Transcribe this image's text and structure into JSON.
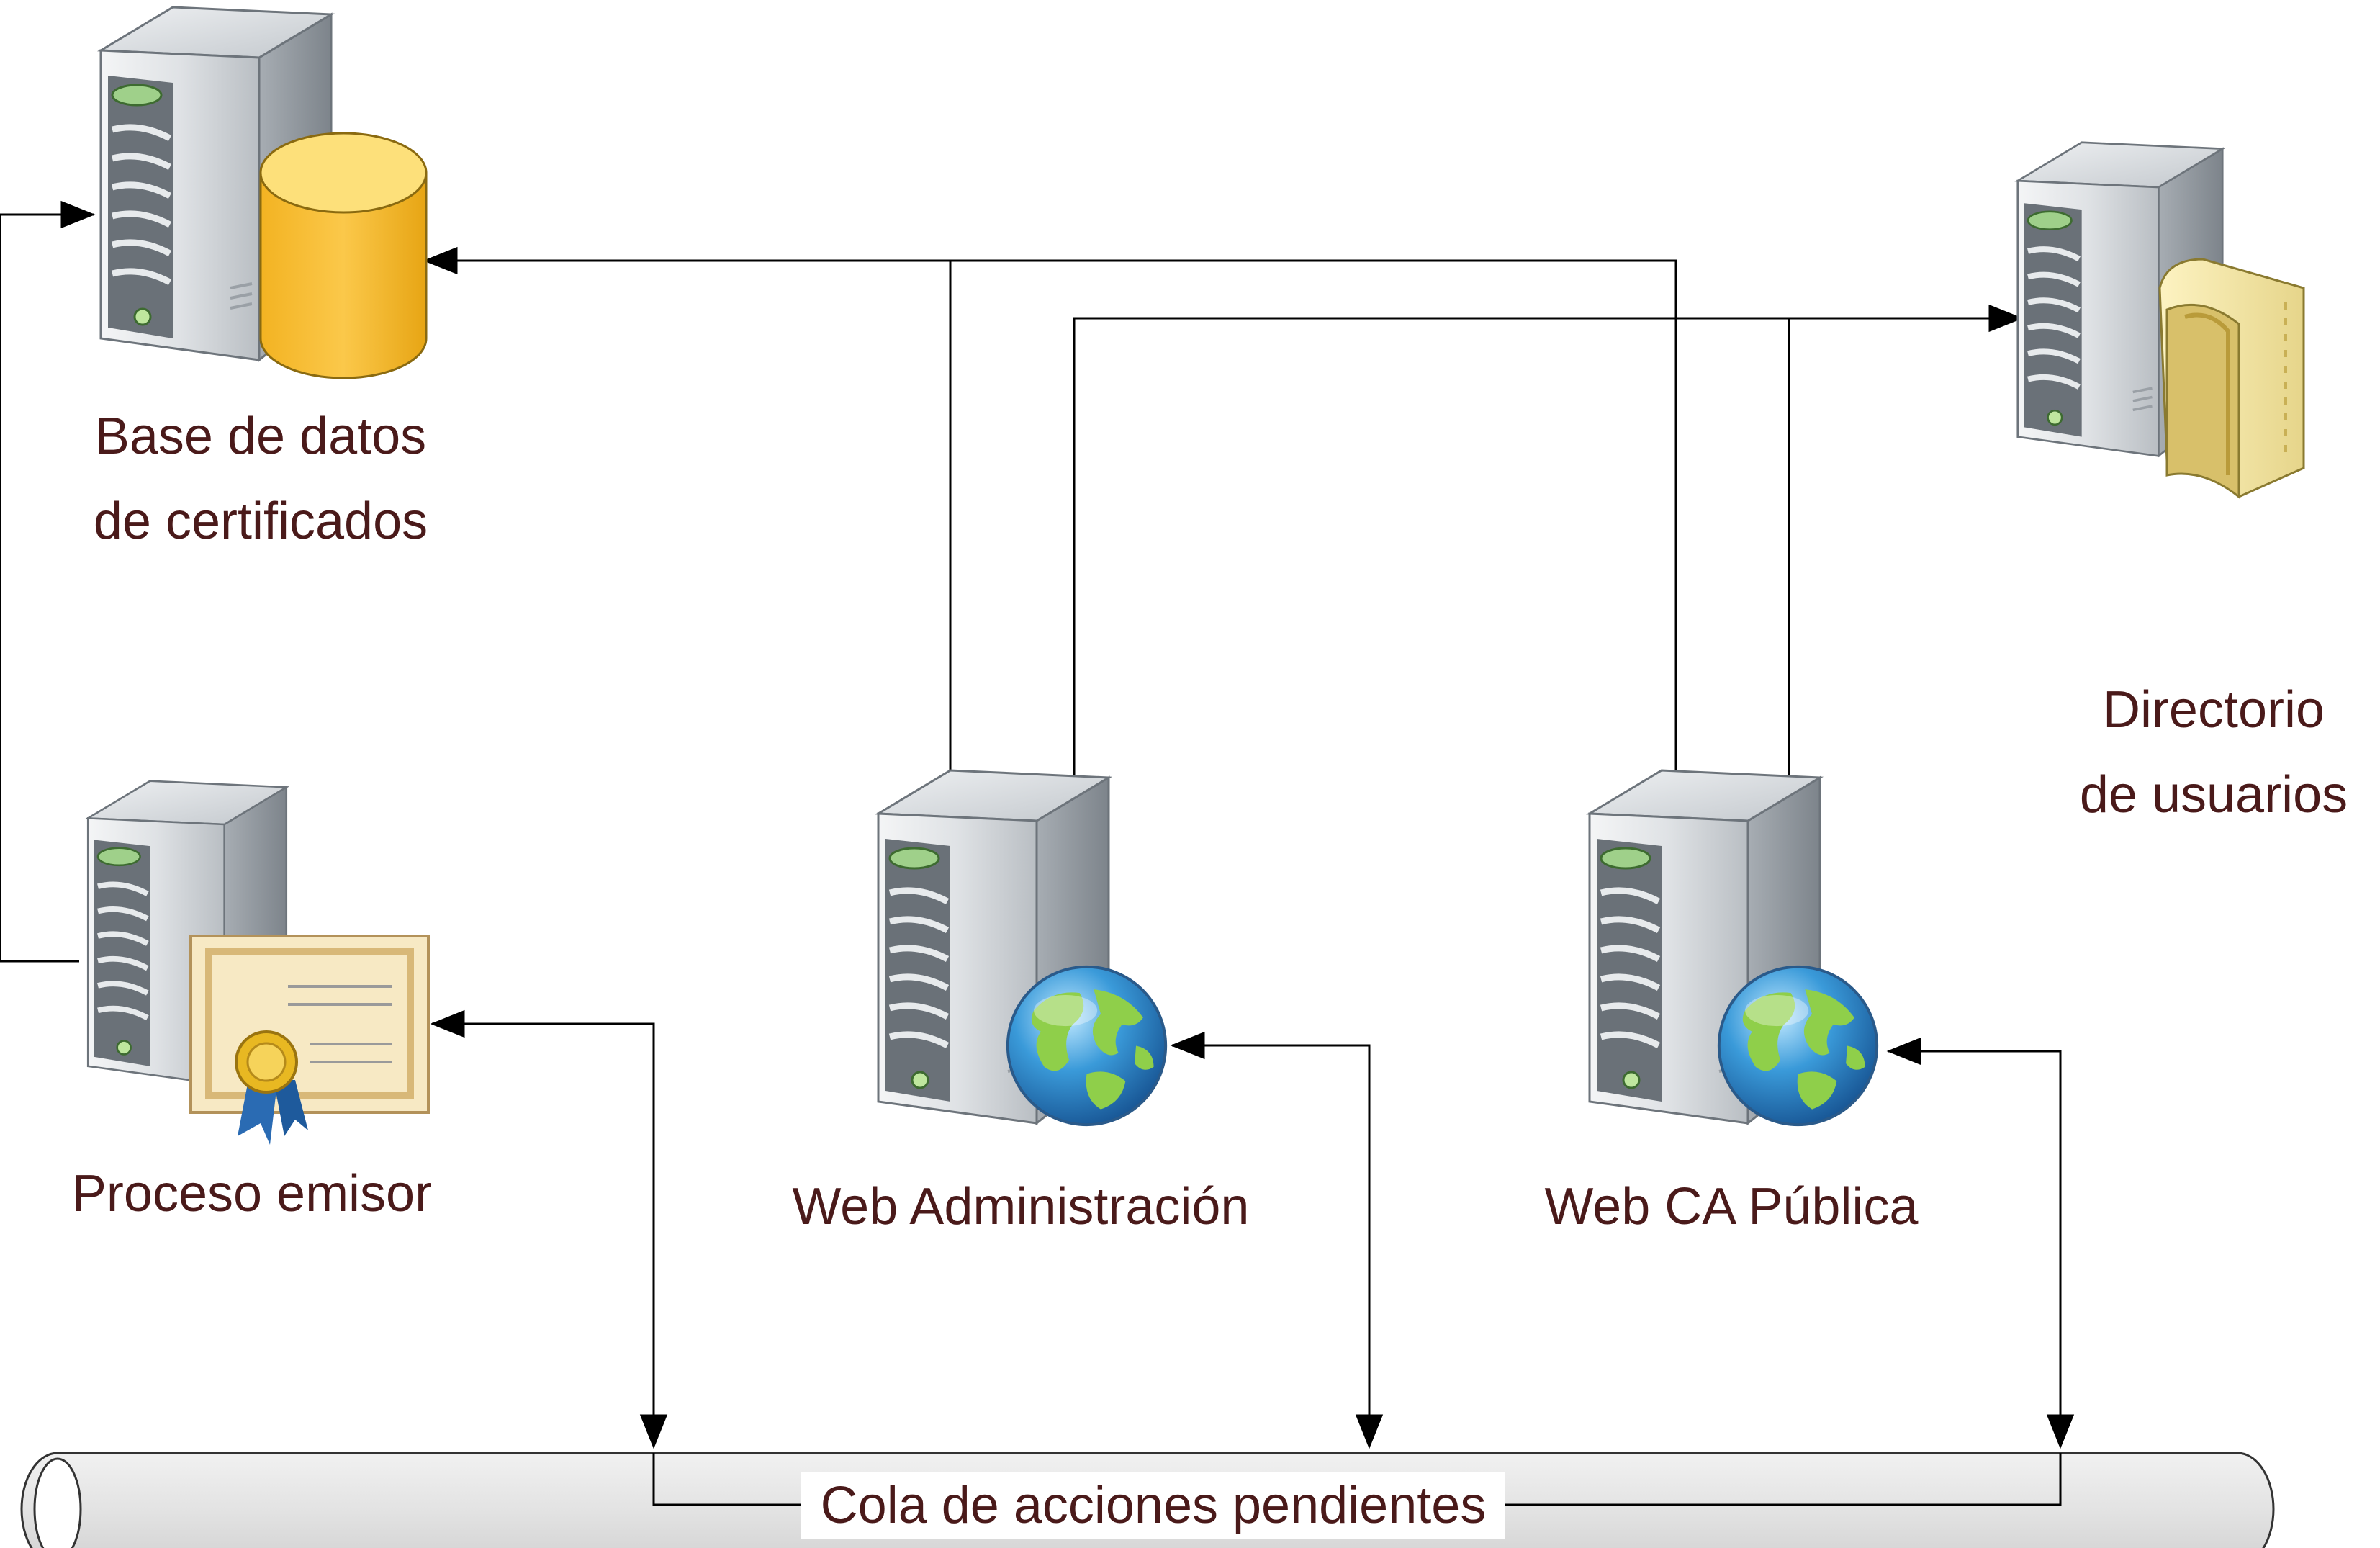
{
  "nodes": {
    "database": {
      "label_line1": "Base de datos",
      "label_line2": "de certificados",
      "icon": "database-server-icon"
    },
    "directory": {
      "label_line1": "Directorio",
      "label_line2": "de usuarios",
      "icon": "directory-server-icon"
    },
    "issuer": {
      "label": "Proceso emisor",
      "icon": "certificate-server-icon"
    },
    "web_admin": {
      "label": "Web Administración",
      "icon": "web-server-icon"
    },
    "web_ca": {
      "label": "Web CA Pública",
      "icon": "web-server-icon"
    }
  },
  "queue": {
    "label": "Cola de acciones pendientes",
    "icon": "pipe-queue-icon"
  },
  "colors": {
    "label_text": "#4a1a1a",
    "line": "#000000",
    "db_cylinder": "#f7c13a",
    "server_body": "#c9cdd1"
  }
}
